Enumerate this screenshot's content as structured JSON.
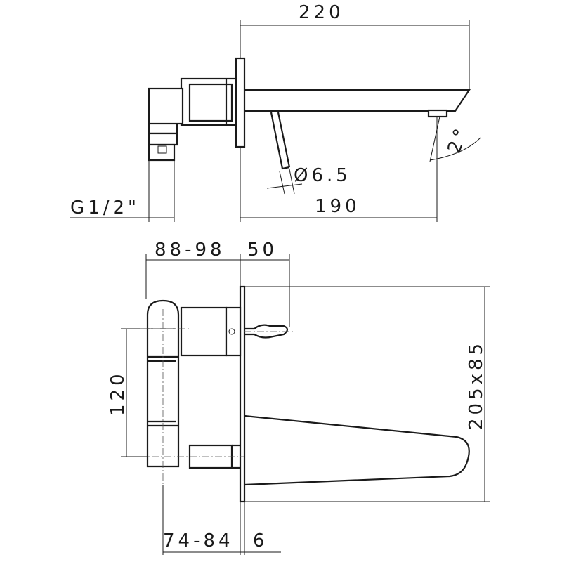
{
  "dimensions": {
    "top_view": {
      "overall_length": "220",
      "spout_length": "190",
      "thread": "G1/2\"",
      "lever_diameter": "Ø6.5",
      "spout_angle": "2°"
    },
    "front_view": {
      "body_depth": "88-98",
      "handle_projection": "50",
      "inlet_spacing": "120",
      "plate_size": "205x85",
      "inlet_depth": "74-84",
      "plate_thickness": "6"
    }
  }
}
